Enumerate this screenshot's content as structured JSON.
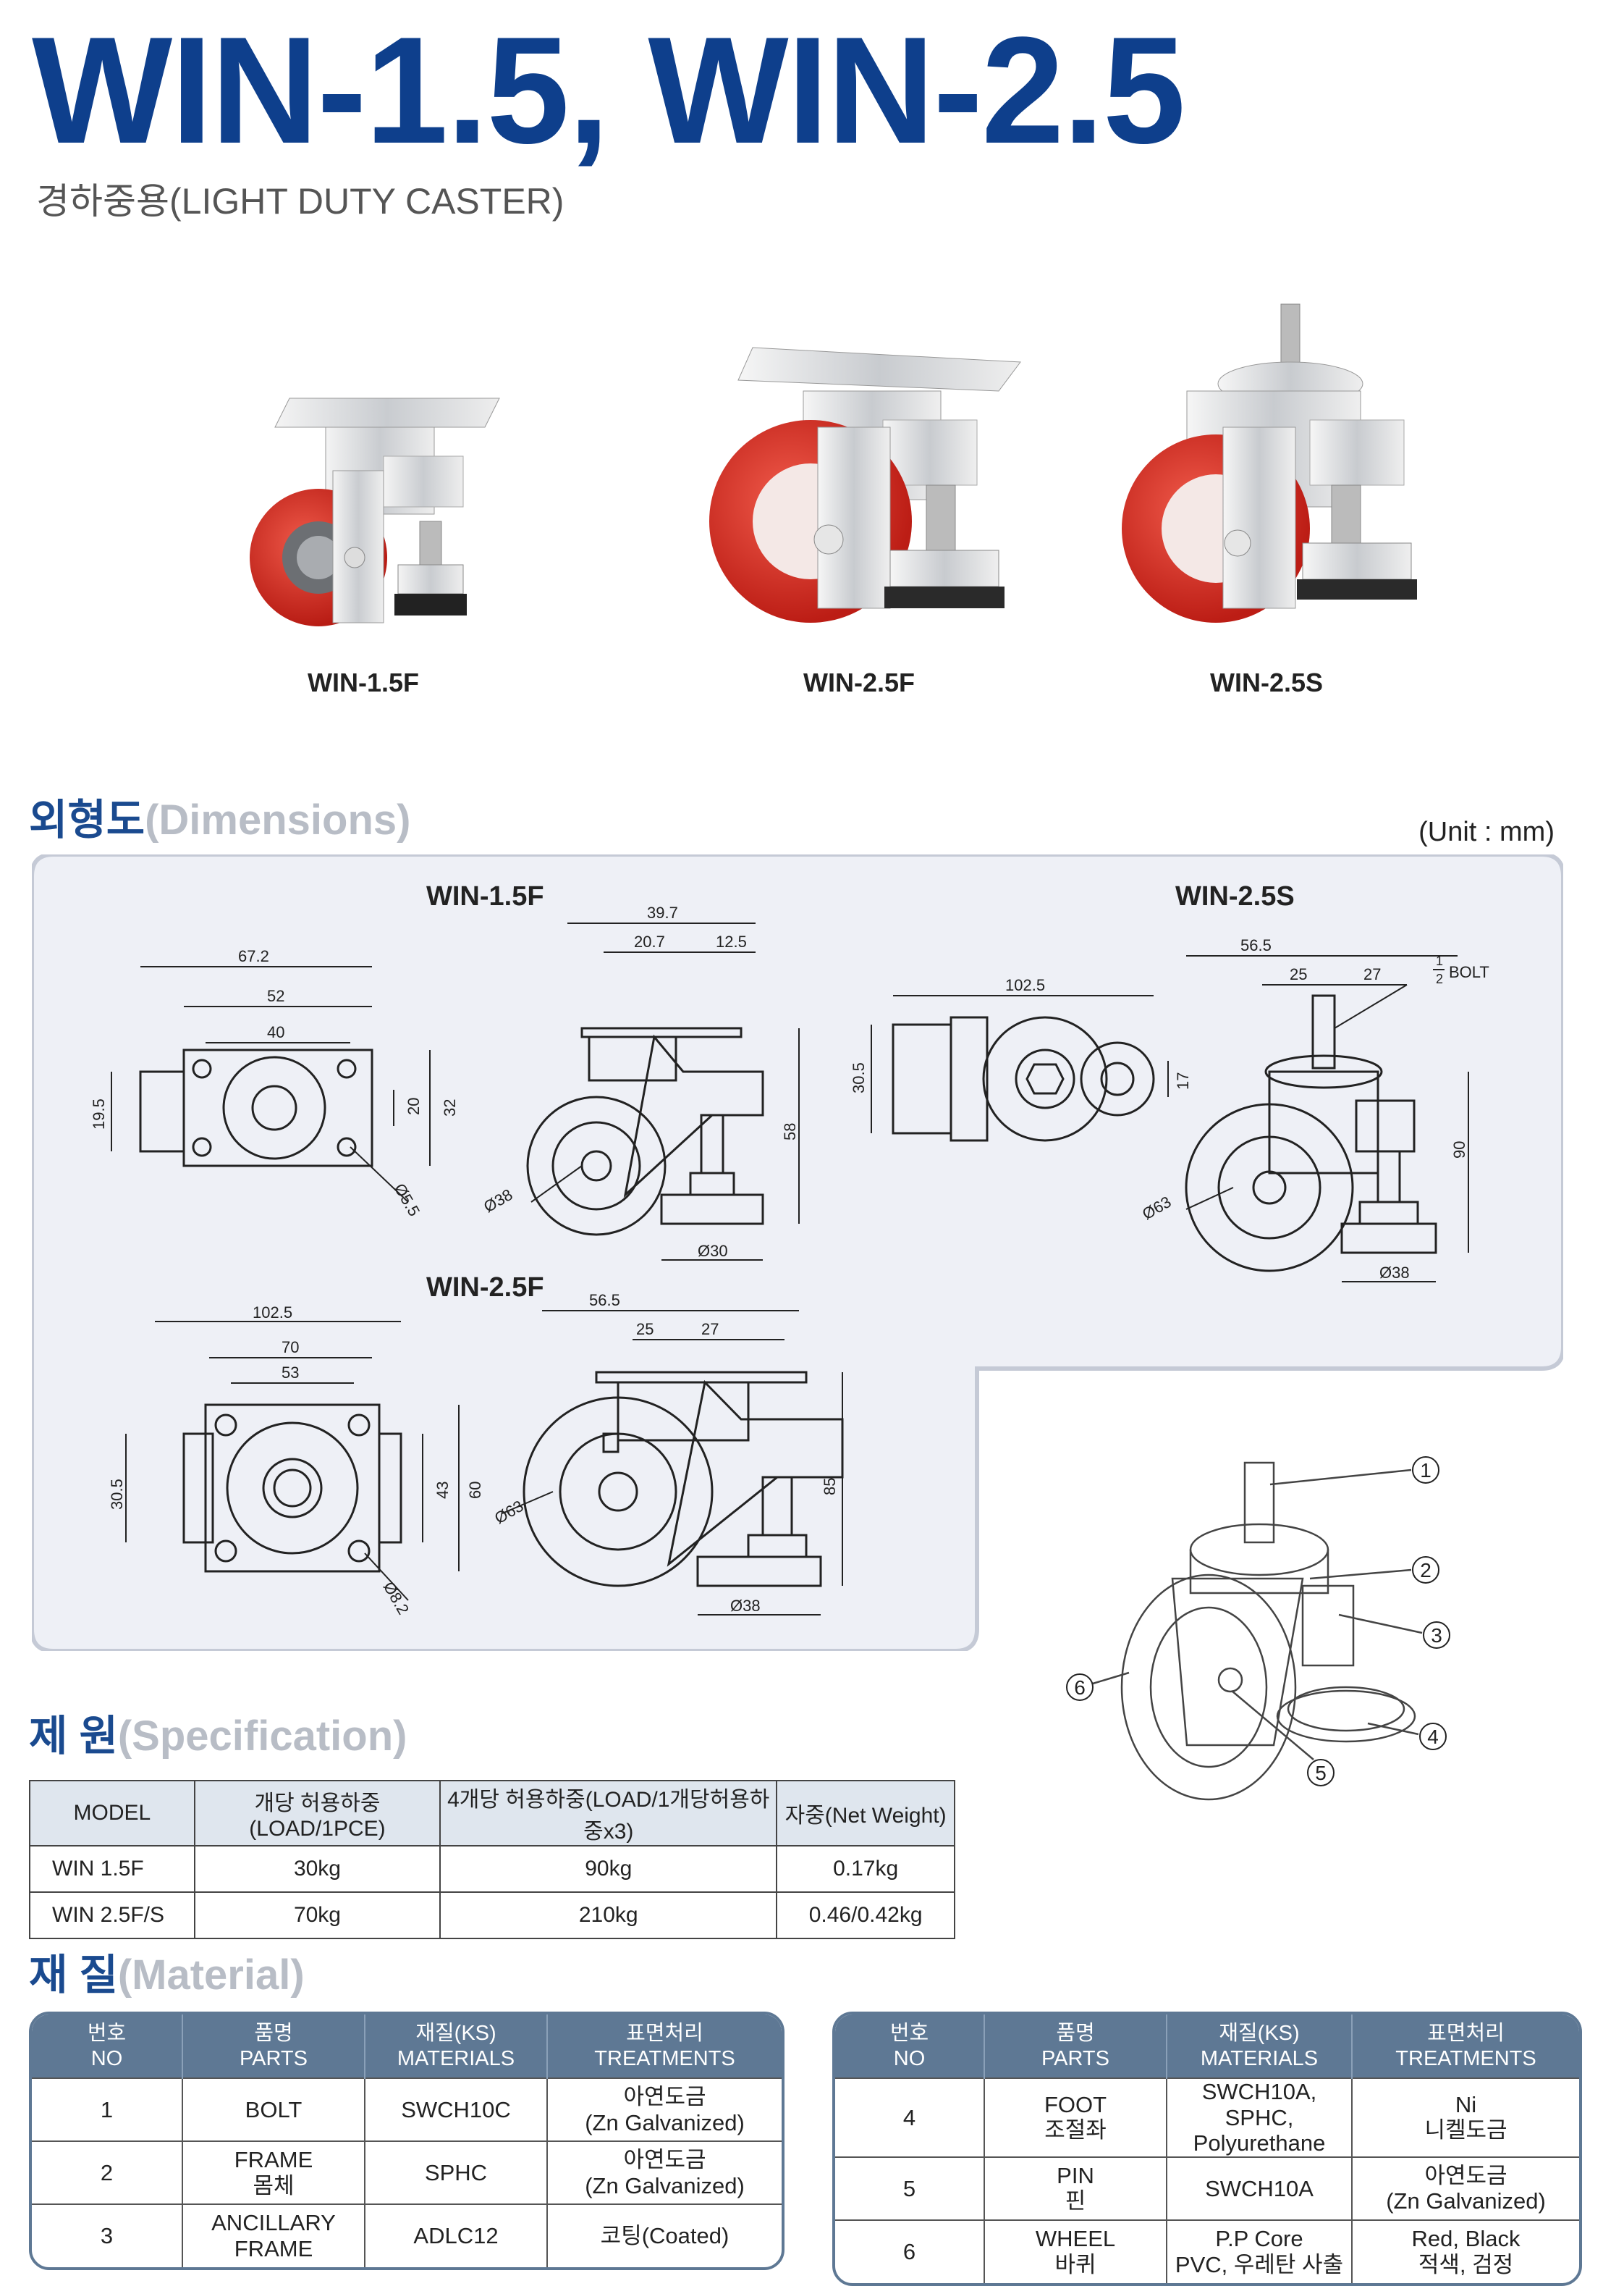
{
  "header": {
    "title": "WIN-1.5, WIN-2.5",
    "subtitle": "경하중용(LIGHT DUTY CASTER)"
  },
  "products": [
    {
      "label": "WIN-1.5F"
    },
    {
      "label": "WIN-2.5F"
    },
    {
      "label": "WIN-2.5S"
    }
  ],
  "dimensions": {
    "section_ko": "외형도",
    "section_en": "(Dimensions)",
    "unit": "(Unit : mm)",
    "win15f": {
      "label": "WIN-1.5F",
      "top_w1": "67.2",
      "top_w2": "52",
      "top_w3": "40",
      "top_h1": "19.5",
      "top_h2": "20",
      "top_h3": "32",
      "hole": "Ø5.5",
      "side_w": "39.7",
      "side_a": "20.7",
      "side_b": "12.5",
      "side_h": "58",
      "wheel": "Ø38",
      "foot": "Ø30"
    },
    "win25s": {
      "label": "WIN-2.5S",
      "top_w": "102.5",
      "top_h": "30.5",
      "top_s": "17",
      "side_w": "56.5",
      "side_a": "25",
      "side_b": "27",
      "bolt_num": "1",
      "bolt_den": "2",
      "bolt": "BOLT",
      "side_h": "90",
      "wheel": "Ø63",
      "foot": "Ø38"
    },
    "win25f": {
      "label": "WIN-2.5F",
      "top_w1": "102.5",
      "top_w2": "70",
      "top_w3": "53",
      "top_h1": "30.5",
      "top_h2": "43",
      "top_h3": "60",
      "hole": "Ø8.2",
      "side_w": "56.5",
      "side_a": "25",
      "side_b": "27",
      "side_h": "85",
      "wheel": "Ø63",
      "foot": "Ø38"
    },
    "callouts": [
      "1",
      "2",
      "3",
      "4",
      "5",
      "6"
    ]
  },
  "specification": {
    "section_ko": "제 원",
    "section_en": "(Specification)",
    "headers": [
      "MODEL",
      "개당 허용하중(LOAD/1PCE)",
      "4개당 허용하중(LOAD/1개당허용하중x3)",
      "자중(Net Weight)"
    ],
    "rows": [
      [
        "WIN 1.5F",
        "30kg",
        "90kg",
        "0.17kg"
      ],
      [
        "WIN 2.5F/S",
        "70kg",
        "210kg",
        "0.46/0.42kg"
      ]
    ]
  },
  "material": {
    "section_ko": "재 질",
    "section_en": "(Material)",
    "headers": [
      "번호\nNO",
      "품명\nPARTS",
      "재질(KS)\nMATERIALS",
      "표면처리\nTREATMENTS"
    ],
    "left_rows": [
      [
        "1",
        "BOLT",
        "SWCH10C",
        "아연도금\n(Zn Galvanized)"
      ],
      [
        "2",
        "FRAME\n몸체",
        "SPHC",
        "아연도금\n(Zn Galvanized)"
      ],
      [
        "3",
        "ANCILLARY\nFRAME",
        "ADLC12",
        "코팅(Coated)"
      ]
    ],
    "right_rows": [
      [
        "4",
        "FOOT\n조절좌",
        "SWCH10A, SPHC,\nPolyurethane",
        "Ni\n니켈도금"
      ],
      [
        "5",
        "PIN\n핀",
        "SWCH10A",
        "아연도금\n(Zn Galvanized)"
      ],
      [
        "6",
        "WHEEL\n바퀴",
        "P.P Core\nPVC, 우레탄 사출",
        "Red, Black\n적색, 검정"
      ]
    ]
  }
}
